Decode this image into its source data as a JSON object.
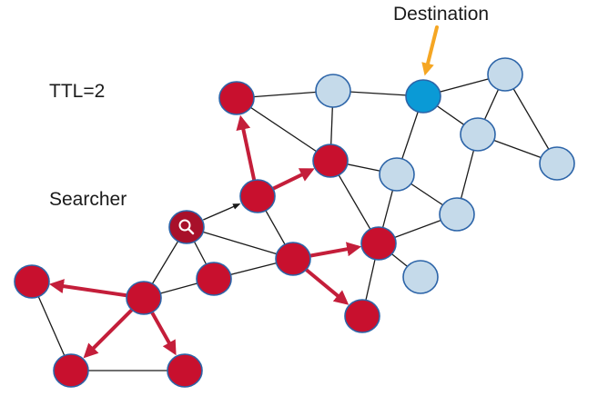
{
  "labels": {
    "ttl": "TTL=2",
    "searcher": "Searcher",
    "destination": "Destination"
  },
  "colors": {
    "reached": "#c8102e",
    "unreached": "#c5daea",
    "destination": "#0a9ad6",
    "searcher": "#a8102a",
    "arrow": "#c41e3a",
    "destination_arrow": "#f5a623",
    "edge": "#1a1a1a"
  },
  "icons": {
    "searcher": "magnifier-icon"
  }
}
